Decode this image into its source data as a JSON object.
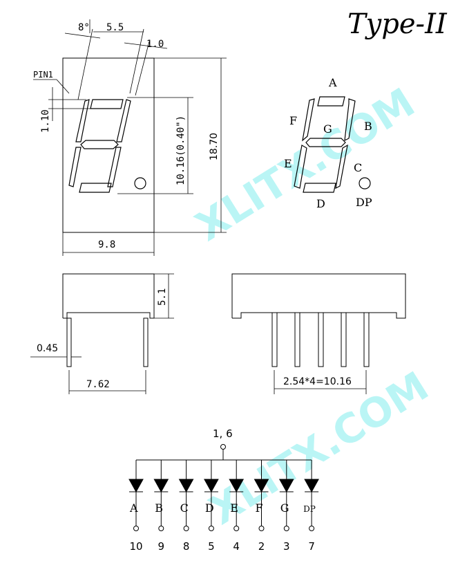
{
  "title": "Type-II",
  "watermark": "XLITX.COM",
  "colors": {
    "line": "#000000",
    "watermark": "#aef4f4",
    "background": "#ffffff"
  },
  "front_view": {
    "angle": "8°",
    "segment_width": "5.5",
    "segment_thickness": "1.0",
    "pin1_label": "PIN1",
    "top_offset": "1.10",
    "digit_height": "10.16(0.40\")",
    "total_height": "18.70",
    "total_width": "9.8"
  },
  "segment_map": {
    "a": "A",
    "b": "B",
    "c": "C",
    "d": "D",
    "e": "E",
    "f": "F",
    "g": "G",
    "dp": "DP"
  },
  "side_view": {
    "body_height": "5.1",
    "pin_width": "0.45",
    "row_spacing": "7.62"
  },
  "bottom_view": {
    "pin_pitch": "2.54*4=10.16"
  },
  "schematic": {
    "common_label": "1, 6",
    "diodes": [
      {
        "segment": "A",
        "pin": "10"
      },
      {
        "segment": "B",
        "pin": "9"
      },
      {
        "segment": "C",
        "pin": "8"
      },
      {
        "segment": "D",
        "pin": "5"
      },
      {
        "segment": "E",
        "pin": "4"
      },
      {
        "segment": "F",
        "pin": "2"
      },
      {
        "segment": "G",
        "pin": "3"
      },
      {
        "segment": "DP",
        "pin": "7"
      }
    ]
  }
}
